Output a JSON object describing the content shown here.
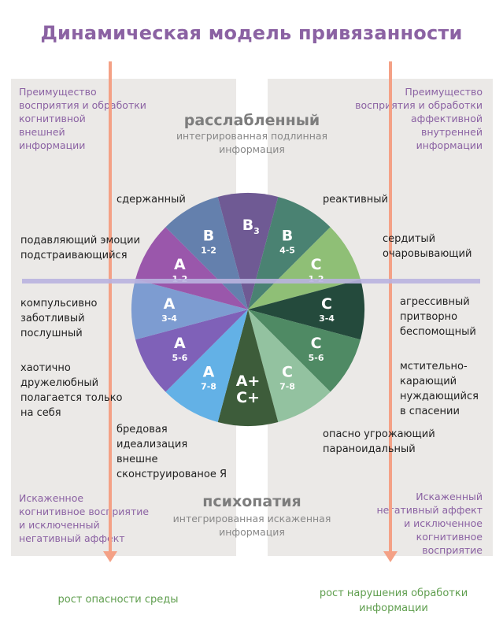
{
  "title": "Динамическая модель привязанности",
  "corners": {
    "top_left": "Преимущество\nвосприятия и обработки\nкогнитивной\nвнешней\nинформации",
    "top_right": "Преимущество\nвосприятия и обработки\nаффективной\nвнутренней\nинформации",
    "bottom_left": "Искаженное\nкогнитивное восприятие\nи исключенный\nнегативный аффект",
    "bottom_right": "Искаженный\nнегативный аффект\nи исключенное\nкогнитивное\nвосприятие"
  },
  "top_pole": {
    "title": "расслабленный",
    "subtitle": "интегрированная подлинная\nинформация"
  },
  "bottom_pole": {
    "title": "психопатия",
    "subtitle": "интегрированная искаженная\nинформация"
  },
  "left_labels": [
    "сдержанный",
    "подавляющий эмоции\nподстраивающийся",
    "компульсивно\nзаботливый\nпослушный",
    "хаотично\nдружелюбный\nполагается только\nна себя",
    "бредовая\nидеализация\nвнешне\nсконструированое Я"
  ],
  "right_labels": [
    "реактивный",
    "сердитый\nочаровывающий",
    "агрессивный\nпритворно\nбеспомощный",
    "мстительно-\nкарающий\nнуждающийся\nв спасении",
    "опасно угрожающий\nпараноидальный"
  ],
  "bottom_captions": {
    "left": "рост опасности среды",
    "right": "рост нарушения обработки\nинформации"
  },
  "segments": [
    {
      "letter": "B",
      "sub": "3",
      "color": "#6f5a94"
    },
    {
      "letter": "B",
      "sub": "4-5",
      "color": "#4a8272"
    },
    {
      "letter": "C",
      "sub": "1-2",
      "color": "#8fbf76"
    },
    {
      "letter": "C",
      "sub": "3-4",
      "color": "#244a3c"
    },
    {
      "letter": "C",
      "sub": "5-6",
      "color": "#4f8a64"
    },
    {
      "letter": "C",
      "sub": "7-8",
      "color": "#93c2a0"
    },
    {
      "letter": "A+",
      "sub": "C+",
      "color": "#3d5c3a"
    },
    {
      "letter": "A",
      "sub": "7-8",
      "color": "#63b1e6"
    },
    {
      "letter": "A",
      "sub": "5-6",
      "color": "#7f61b8"
    },
    {
      "letter": "A",
      "sub": "3-4",
      "color": "#7d9cd1"
    },
    {
      "letter": "A",
      "sub": "1-2",
      "color": "#9a57ab"
    },
    {
      "letter": "B",
      "sub": "1-2",
      "color": "#6480ad"
    }
  ],
  "colors": {
    "title": "#8b62a3",
    "arrow": "#f4a186",
    "divider": "#b9b3df",
    "caption": "#5f9e4e"
  }
}
